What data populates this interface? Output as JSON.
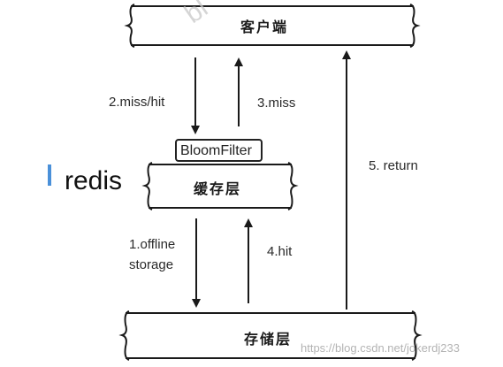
{
  "layers": {
    "client": "客户端",
    "cache": "缓存层",
    "storage": "存储层"
  },
  "bloom_filter": "BloomFilter",
  "side_label": "redis",
  "edges": {
    "miss_hit": "2.miss/hit",
    "miss": "3.miss",
    "return": "5. return",
    "offline_line1": "1.offline",
    "offline_line2": "storage",
    "hit": "4.hit"
  },
  "watermarks": {
    "top": "bl",
    "bottom": "https://blog.csdn.net/jokerdj233"
  },
  "colors": {
    "line": "#1a1a1a",
    "redis_accent": "#4a90d9"
  }
}
